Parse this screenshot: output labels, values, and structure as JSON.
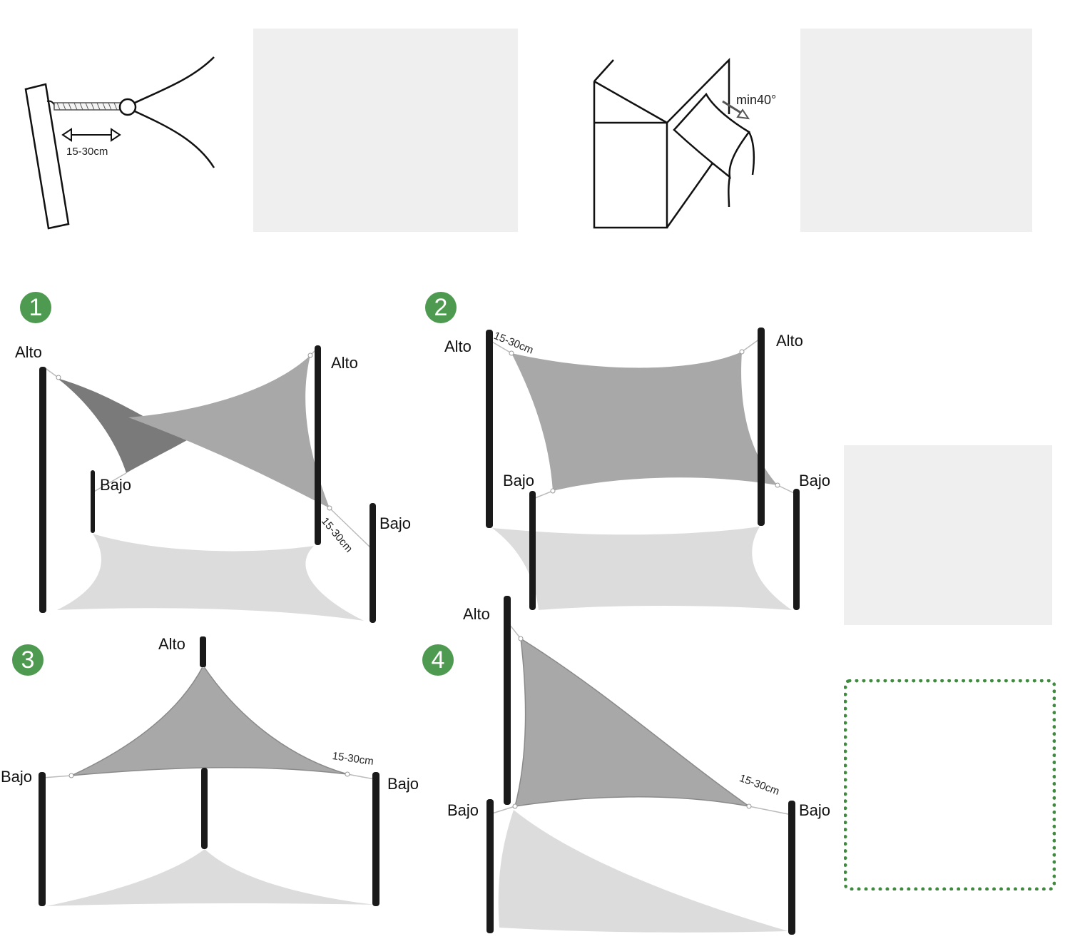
{
  "colors": {
    "badge": "#4e9a50",
    "shade_sail": "#a8a8a8",
    "shade_sail_dark": "#7a7a7a",
    "shadow": "#d9d9d9",
    "pole": "#1a1a1a",
    "placeholder": "#efefef",
    "dotted_border": "#3f8a3f"
  },
  "top": {
    "tension_label": "15-30cm",
    "angle_label": "min40°"
  },
  "diagrams": [
    {
      "number": "1",
      "labels": [
        "Alto",
        "Alto",
        "Bajo",
        "Bajo"
      ],
      "dimension": "15-30cm"
    },
    {
      "number": "2",
      "labels": [
        "Alto",
        "Alto",
        "Bajo",
        "Bajo"
      ],
      "dimension": "15-30cm"
    },
    {
      "number": "3",
      "labels": [
        "Alto",
        "Bajo",
        "Bajo"
      ],
      "dimension": "15-30cm"
    },
    {
      "number": "4",
      "labels": [
        "Alto",
        "Bajo",
        "Bajo"
      ],
      "dimension": "15-30cm"
    }
  ]
}
